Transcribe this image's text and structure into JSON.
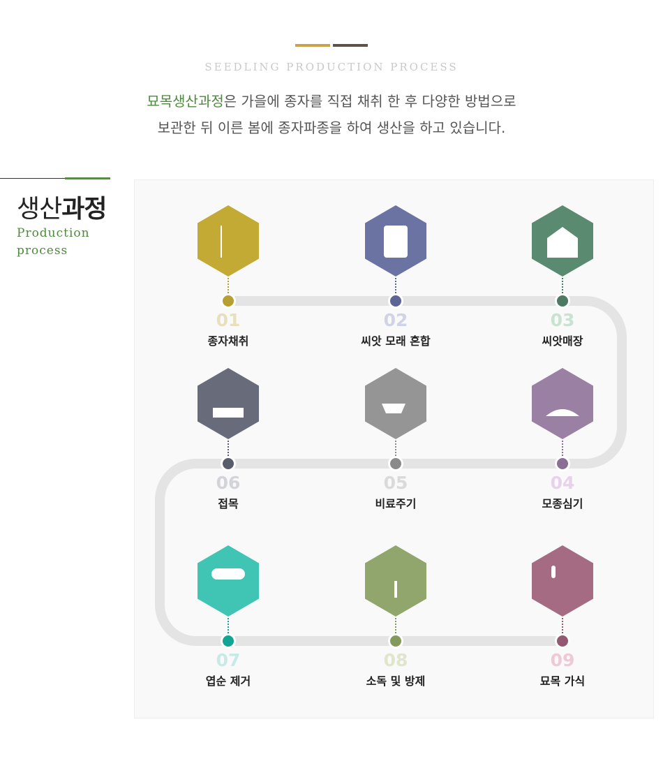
{
  "header": {
    "subtitle": "SEEDLING PRODUCTION PROCESS",
    "intro_highlight": "묘목생산과정",
    "intro_line1_rest": "은 가을에 종자를 직접 채취 한 후 다양한 방법으로",
    "intro_line2": "보관한 뒤 이른 봄에 종자파종을 하여 생산을 하고 있습니다.",
    "bar_colors": [
      "#c9a24b",
      "#5f5248"
    ]
  },
  "sidebar": {
    "title_light": "생산",
    "title_bold": "과정",
    "eng_line1": "Production",
    "eng_line2": "process"
  },
  "steps": [
    {
      "num": "01",
      "label": "종자채취",
      "color": "#c2aa35",
      "dot": "#b8a030",
      "numColor": "#e8e0bc",
      "icon": "wheat-icon"
    },
    {
      "num": "02",
      "label": "씨앗 모래 혼합",
      "color": "#6a73a2",
      "dot": "#5d6596",
      "numColor": "#d0d3e6",
      "icon": "seed-bag-icon"
    },
    {
      "num": "03",
      "label": "씨앗매장",
      "color": "#5a8a70",
      "dot": "#4d7a62",
      "numColor": "#c9e2d2",
      "icon": "barn-icon"
    },
    {
      "num": "04",
      "label": "모종심기",
      "color": "#9a80a3",
      "dot": "#8a6f95",
      "numColor": "#e6d3e9",
      "icon": "sprout-icon"
    },
    {
      "num": "05",
      "label": "비료주기",
      "color": "#959595",
      "dot": "#8a8a8a",
      "numColor": "#dadada",
      "icon": "wheelbarrow-icon"
    },
    {
      "num": "06",
      "label": "접목",
      "color": "#686b79",
      "dot": "#5a5d6b",
      "numColor": "#d3d4da",
      "icon": "seedling-tray-icon"
    },
    {
      "num": "07",
      "label": "엽순 제거",
      "color": "#40c5b5",
      "dot": "#13a594",
      "numColor": "#c6ebe6",
      "icon": "hay-bale-icon"
    },
    {
      "num": "08",
      "label": "소독 및 방제",
      "color": "#90a66c",
      "dot": "#839a5c",
      "numColor": "#dfe6cc",
      "icon": "sprinkler-icon"
    },
    {
      "num": "09",
      "label": "묘목 가식",
      "color": "#a46b83",
      "dot": "#955873",
      "numColor": "#efc9d8",
      "icon": "garden-tools-icon"
    }
  ]
}
